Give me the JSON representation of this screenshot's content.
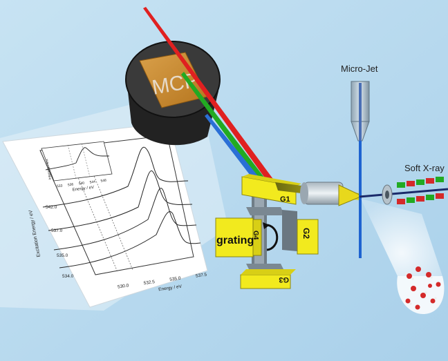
{
  "labels": {
    "mcp": "MCP",
    "micro_jet": "Micro-Jet",
    "soft_xray": "Soft X-ray",
    "grating": "grating",
    "g1": "G1",
    "g2": "G2",
    "g3": "G3",
    "g4": "G4"
  },
  "spectrum_plot": {
    "xlabel": "Energy / eV",
    "ylabel": "Excitation Energy / eV",
    "x_ticks": [
      "530.0",
      "532.5",
      "535.0",
      "537.5"
    ],
    "y_ticks": [
      "542.0",
      "537.0",
      "535.0",
      "534.0"
    ],
    "inset": {
      "xlabel": "Energy / eV",
      "ylabel": "Intensity / a.u.",
      "x_ticks": [
        "533",
        "536",
        "540",
        "544",
        "548"
      ]
    }
  },
  "colors": {
    "background": "#bcdcef",
    "mcp_face": "#c98a2c",
    "mirror_yellow": "#f2ea1e",
    "beam_red": "#e02020",
    "beam_green": "#22aa22",
    "beam_blue": "#2a6fd6",
    "jet_blue": "#1e63d0",
    "molecule_red": "#d42a2a"
  }
}
